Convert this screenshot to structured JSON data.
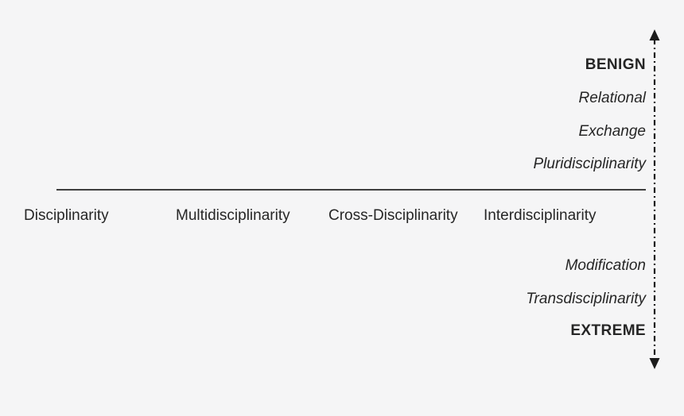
{
  "axis": {
    "categories": [
      "Disciplinarity",
      "Multidisciplinarity",
      "Cross-Disciplinarity",
      "Interdisciplinarity"
    ]
  },
  "spectrum": {
    "benign_label": "BENIGN",
    "upper_items": [
      "Relational",
      "Exchange",
      "Pluridisciplinarity"
    ],
    "lower_items": [
      "Modification",
      "Transdisciplinarity"
    ],
    "extreme_label": "EXTREME"
  },
  "icons": {
    "vertical_double_arrow": "vertical-double-arrow-icon"
  },
  "colors": {
    "background": "#f5f5f6",
    "text": "#262626",
    "axis_line": "#3e3e3e",
    "arrow": "#1c1c1c"
  }
}
